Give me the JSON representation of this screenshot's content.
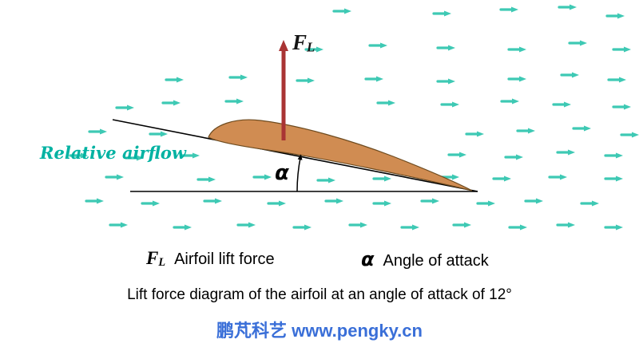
{
  "labels": {
    "relative_airflow": "Relative airflow",
    "force_symbol_main": "F",
    "force_symbol_sub": "L",
    "alpha_symbol": "α"
  },
  "legend": {
    "lift_symbol_main": "F",
    "lift_symbol_sub": "L",
    "lift_text": "Airfoil lift force",
    "alpha_symbol": "α",
    "alpha_text": "Angle of attack"
  },
  "caption": "Lift force diagram of the airfoil at an angle of attack of 12°",
  "watermark": "鹏芃科艺 www.pengky.cn",
  "angle_of_attack_degrees": 12,
  "colors": {
    "airflow_arrow": "#3ec9b4",
    "airfoil_fill": "#d08c52",
    "airfoil_outline": "#6e4b1f",
    "lift_arrow": "#a93434",
    "relative_airflow_text": "#00b2a2",
    "watermark_text": "#3a6fd8",
    "diagram_lines": "#000000"
  },
  "airflow_arrows": [
    [
      418,
      14
    ],
    [
      543,
      17
    ],
    [
      627,
      12
    ],
    [
      700,
      9
    ],
    [
      760,
      20
    ],
    [
      383,
      62
    ],
    [
      463,
      57
    ],
    [
      548,
      60
    ],
    [
      637,
      62
    ],
    [
      713,
      54
    ],
    [
      768,
      62
    ],
    [
      208,
      100
    ],
    [
      288,
      97
    ],
    [
      372,
      101
    ],
    [
      458,
      99
    ],
    [
      548,
      102
    ],
    [
      637,
      99
    ],
    [
      703,
      94
    ],
    [
      762,
      100
    ],
    [
      146,
      135
    ],
    [
      204,
      129
    ],
    [
      283,
      127
    ],
    [
      473,
      129
    ],
    [
      553,
      131
    ],
    [
      628,
      127
    ],
    [
      693,
      131
    ],
    [
      768,
      134
    ],
    [
      112,
      165
    ],
    [
      188,
      168
    ],
    [
      584,
      168
    ],
    [
      648,
      164
    ],
    [
      718,
      161
    ],
    [
      778,
      169
    ],
    [
      88,
      195
    ],
    [
      158,
      198
    ],
    [
      228,
      195
    ],
    [
      562,
      194
    ],
    [
      633,
      197
    ],
    [
      698,
      191
    ],
    [
      758,
      195
    ],
    [
      133,
      222
    ],
    [
      248,
      225
    ],
    [
      318,
      222
    ],
    [
      398,
      226
    ],
    [
      468,
      224
    ],
    [
      553,
      222
    ],
    [
      618,
      224
    ],
    [
      688,
      222
    ],
    [
      758,
      224
    ],
    [
      108,
      252
    ],
    [
      178,
      255
    ],
    [
      256,
      252
    ],
    [
      336,
      255
    ],
    [
      408,
      252
    ],
    [
      468,
      255
    ],
    [
      528,
      252
    ],
    [
      598,
      255
    ],
    [
      658,
      252
    ],
    [
      728,
      255
    ],
    [
      138,
      282
    ],
    [
      218,
      285
    ],
    [
      298,
      282
    ],
    [
      368,
      285
    ],
    [
      438,
      282
    ],
    [
      503,
      285
    ],
    [
      568,
      282
    ],
    [
      638,
      285
    ],
    [
      698,
      282
    ],
    [
      758,
      285
    ]
  ]
}
